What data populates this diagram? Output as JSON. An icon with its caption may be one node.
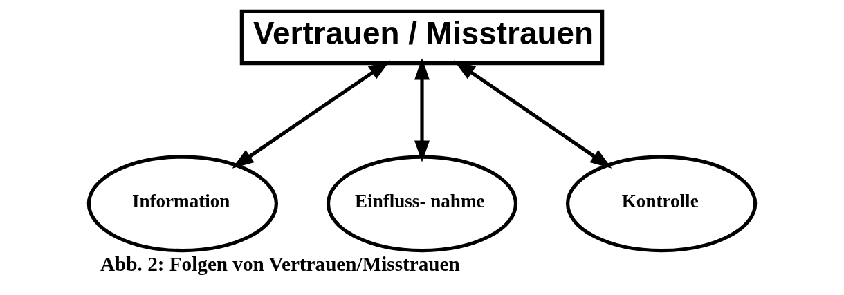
{
  "diagram": {
    "caption": "Abb. 2: Folgen von Vertrauen/Misstrauen",
    "nodes": [
      {
        "text": [
          "Vertrauen / Misstrauen"
        ]
      },
      {
        "text": [
          "Information"
        ]
      },
      {
        "text": [
          "Einfluss- nahme"
        ]
      },
      {
        "text": [
          "Kontrolle"
        ]
      }
    ],
    "edges": [
      {
        "from": 0,
        "to": 1,
        "arrow": "both"
      },
      {
        "from": 0,
        "to": 2,
        "arrow": "both"
      },
      {
        "from": 0,
        "to": 3,
        "arrow": "both"
      }
    ]
  }
}
